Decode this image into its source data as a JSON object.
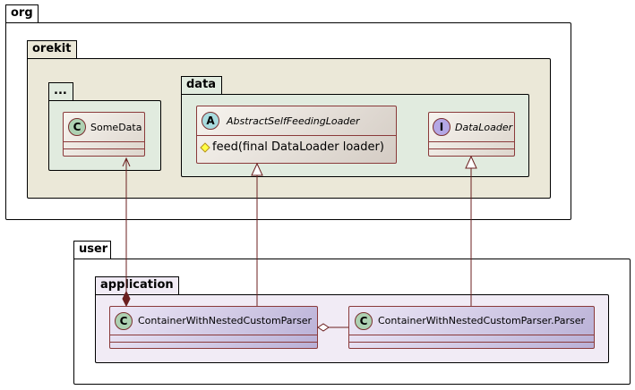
{
  "packages": {
    "org": "org",
    "orekit": "orekit",
    "ellipsis": "...",
    "data": "data",
    "user": "user",
    "application": "application"
  },
  "classes": {
    "some_data": {
      "stereotype": "C",
      "name": "SomeData"
    },
    "abstract_loader": {
      "stereotype": "A",
      "name": "AbstractSelfFeedingLoader",
      "member_icon": "protected-method-icon",
      "member": "feed(final DataLoader loader)"
    },
    "data_loader": {
      "stereotype": "I",
      "name": "DataLoader"
    },
    "container": {
      "stereotype": "C",
      "name": "ContainerWithNestedCustomParser"
    },
    "parser": {
      "stereotype": "C",
      "name": "ContainerWithNestedCustomParser.Parser"
    }
  },
  "colors": {
    "org_fill": "#ffffff",
    "orekit_fill": "#ebe8d8",
    "orekit_inner_fill": "#e1ebdf",
    "user_fill": "#ffffff",
    "application_fill": "#f1ebf5",
    "class_fill": "#f3efea",
    "class_fill_user": "#dcd4ec",
    "circle_class": "#add1b2",
    "circle_abstract": "#a9dcdf",
    "circle_interface": "#b4a7e5",
    "relation": "#6b1f1f"
  }
}
